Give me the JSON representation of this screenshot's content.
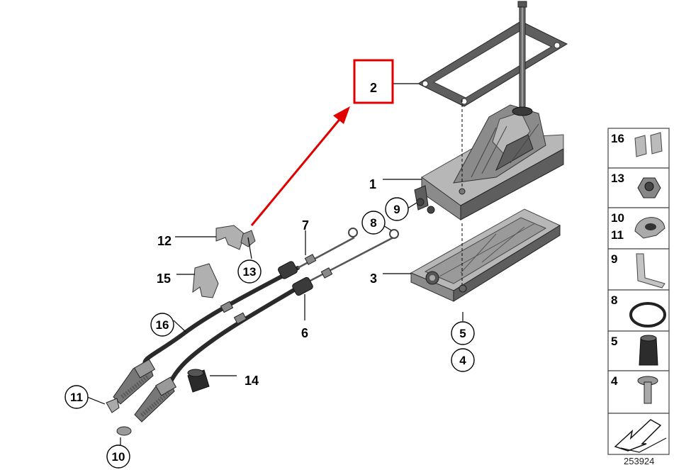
{
  "callouts": [
    {
      "id": "c1",
      "text": "1",
      "circled": false
    },
    {
      "id": "c2",
      "text": "2",
      "circled": false,
      "highlighted": true
    },
    {
      "id": "c3",
      "text": "3",
      "circled": false
    },
    {
      "id": "c4",
      "text": "4",
      "circled": true
    },
    {
      "id": "c5",
      "text": "5",
      "circled": true
    },
    {
      "id": "c6",
      "text": "6",
      "circled": false
    },
    {
      "id": "c7",
      "text": "7",
      "circled": false
    },
    {
      "id": "c8",
      "text": "8",
      "circled": true
    },
    {
      "id": "c9",
      "text": "9",
      "circled": true
    },
    {
      "id": "c10",
      "text": "10",
      "circled": true
    },
    {
      "id": "c11",
      "text": "11",
      "circled": true
    },
    {
      "id": "c12",
      "text": "12",
      "circled": false
    },
    {
      "id": "c13",
      "text": "13",
      "circled": true
    },
    {
      "id": "c14",
      "text": "14",
      "circled": false
    },
    {
      "id": "c15",
      "text": "15",
      "circled": false
    },
    {
      "id": "c16",
      "text": "16",
      "circled": true
    }
  ],
  "panel": [
    {
      "label": "16",
      "icon": "clip-pair-icon"
    },
    {
      "label": "13",
      "icon": "hex-nut-icon"
    },
    {
      "label": "10",
      "label2": "11",
      "icon": "retaining-clip-icon"
    },
    {
      "label": "9",
      "icon": "spring-clip-icon"
    },
    {
      "label": "8",
      "icon": "o-ring-icon"
    },
    {
      "label": "5",
      "icon": "rubber-bushing-icon"
    },
    {
      "label": "4",
      "icon": "collar-screw-icon"
    },
    {
      "label": "",
      "icon": "direction-arrow-icon"
    }
  ],
  "diagram_number": "253924",
  "colors": {
    "highlight": "#e00000",
    "part_mid": "#8b8b8b",
    "part_dark": "#5e5e5e",
    "line": "#000000"
  }
}
